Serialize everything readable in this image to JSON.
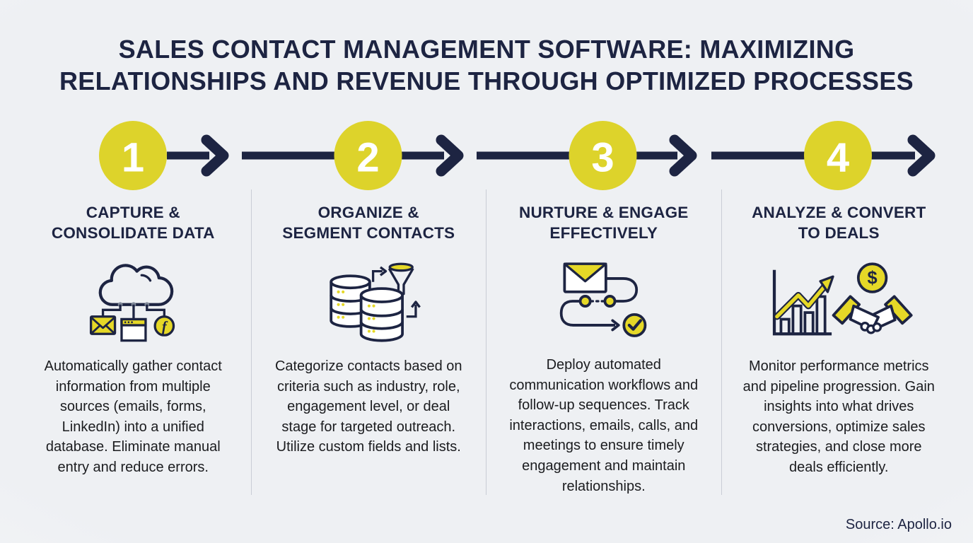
{
  "title_lines": [
    "SALES CONTACT MANAGEMENT SOFTWARE: MAXIMIZING",
    "RELATIONSHIPS AND REVENUE THROUGH OPTIMIZED PROCESSES"
  ],
  "source": "Source: Apollo.io",
  "colors": {
    "background": "#eef0f3",
    "navy": "#1d2442",
    "yellow": "#ddd32b",
    "icon_yellow": "#e5d827",
    "body_text": "#1b1c1f",
    "divider": "#c9cdd5"
  },
  "steps": [
    {
      "number": "1",
      "heading_lines": [
        "CAPTURE &",
        "CONSOLIDATE DATA"
      ],
      "icon": "cloud-sources-icon",
      "description": "Automatically gather contact information from multiple sources (emails, forms, LinkedIn) into a unified database. Eliminate manual entry and reduce errors."
    },
    {
      "number": "2",
      "heading_lines": [
        "ORGANIZE &",
        "SEGMENT CONTACTS"
      ],
      "icon": "database-filter-icon",
      "description": "Categorize contacts based on criteria such as industry, role, engagement level, or deal stage for targeted outreach. Utilize custom fields and lists."
    },
    {
      "number": "3",
      "heading_lines": [
        "NURTURE & ENGAGE",
        "EFFECTIVELY"
      ],
      "icon": "email-workflow-icon",
      "description": "Deploy automated communication workflows and follow-up sequences. Track interactions, emails, calls, and meetings to ensure timely engagement and maintain relationships."
    },
    {
      "number": "4",
      "heading_lines": [
        "ANALYZE & CONVERT",
        "TO DEALS"
      ],
      "icon": "chart-handshake-icon",
      "description": "Monitor performance metrics and pipeline progression. Gain insights into what drives conversions, optimize sales strategies, and close more deals efficiently."
    }
  ]
}
